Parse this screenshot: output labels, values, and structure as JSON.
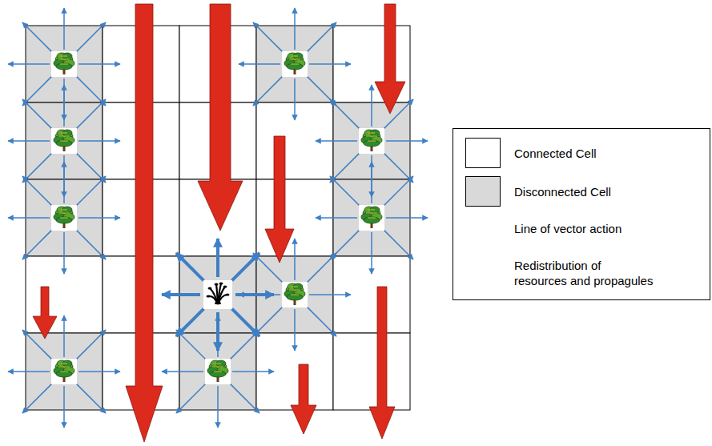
{
  "diagram": {
    "legend": [
      {
        "text": "Connected Cell",
        "color": "#ffffff"
      },
      {
        "text": "Disconnected Cell",
        "color": "#d9d9d9"
      },
      {
        "text": "Line of vector action"
      },
      {
        "text": "Redistribution of resources and propagules"
      }
    ]
  }
}
